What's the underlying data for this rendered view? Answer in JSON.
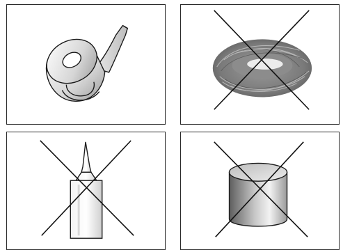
{
  "panels": [
    {
      "item": "ptfe-thread-seal-tape",
      "icon": "tape-roll-icon",
      "prohibited": false
    },
    {
      "item": "hemp-fiber",
      "icon": "hemp-fiber-icon",
      "prohibited": true
    },
    {
      "item": "sealant-tube",
      "icon": "sealant-tube-icon",
      "prohibited": true
    },
    {
      "item": "sealing-compound-can",
      "icon": "compound-can-icon",
      "prohibited": true
    }
  ],
  "colors": {
    "border": "#2a2a2a",
    "line": "#1a1a1a",
    "cross": "#111111"
  }
}
